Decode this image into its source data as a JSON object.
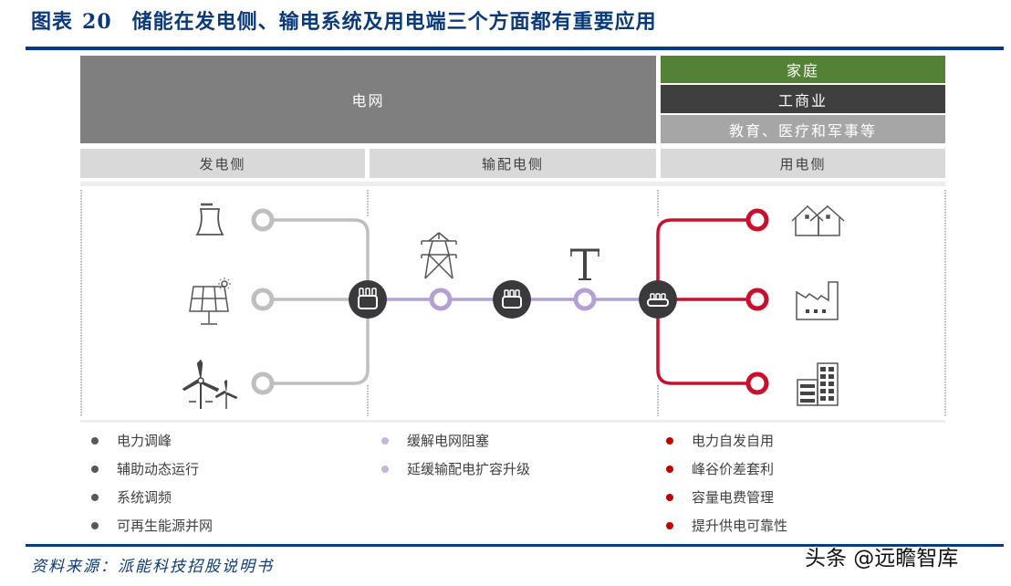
{
  "title": {
    "label": "图表",
    "number": "20",
    "text": "储能在发电侧、输电系统及用电端三个方面都有重要应用"
  },
  "header_blocks": {
    "grid": "电网",
    "home": "家庭",
    "industry": "工商业",
    "public": "教育、医疗和军事等"
  },
  "sides": [
    "发电侧",
    "输配电侧",
    "用电侧"
  ],
  "colors": {
    "title_blue": "#0a3a7a",
    "grid_gray": "#7f7f7f",
    "home_green": "#538135",
    "industry_dark": "#3f3f3f",
    "public_gray": "#a6a6a6",
    "generation_line": "#bfbfbf",
    "transmission_line": "#b4a0d2",
    "consumption_line": "#c8102e",
    "storage_node": "#3a3a3c"
  },
  "icons": {
    "generation": [
      "cooling-tower-icon",
      "solar-panel-icon",
      "wind-turbine-icon"
    ],
    "transmission": [
      "transmission-tower-icon",
      "utility-pole-icon"
    ],
    "consumption": [
      "houses-icon",
      "factory-icon",
      "office-building-icon"
    ],
    "storage": "battery-storage-icon"
  },
  "bullets": {
    "generation": [
      "电力调峰",
      "辅助动态运行",
      "系统调频",
      "可再生能源并网"
    ],
    "transmission": [
      "缓解电网阻塞",
      "延缓输配电扩容升级"
    ],
    "consumption": [
      "电力自发自用",
      "峰谷价差套利",
      "容量电费管理",
      "提升供电可靠性"
    ]
  },
  "source": "资料来源：派能科技招股说明书",
  "watermark": "头条 @远瞻智库"
}
